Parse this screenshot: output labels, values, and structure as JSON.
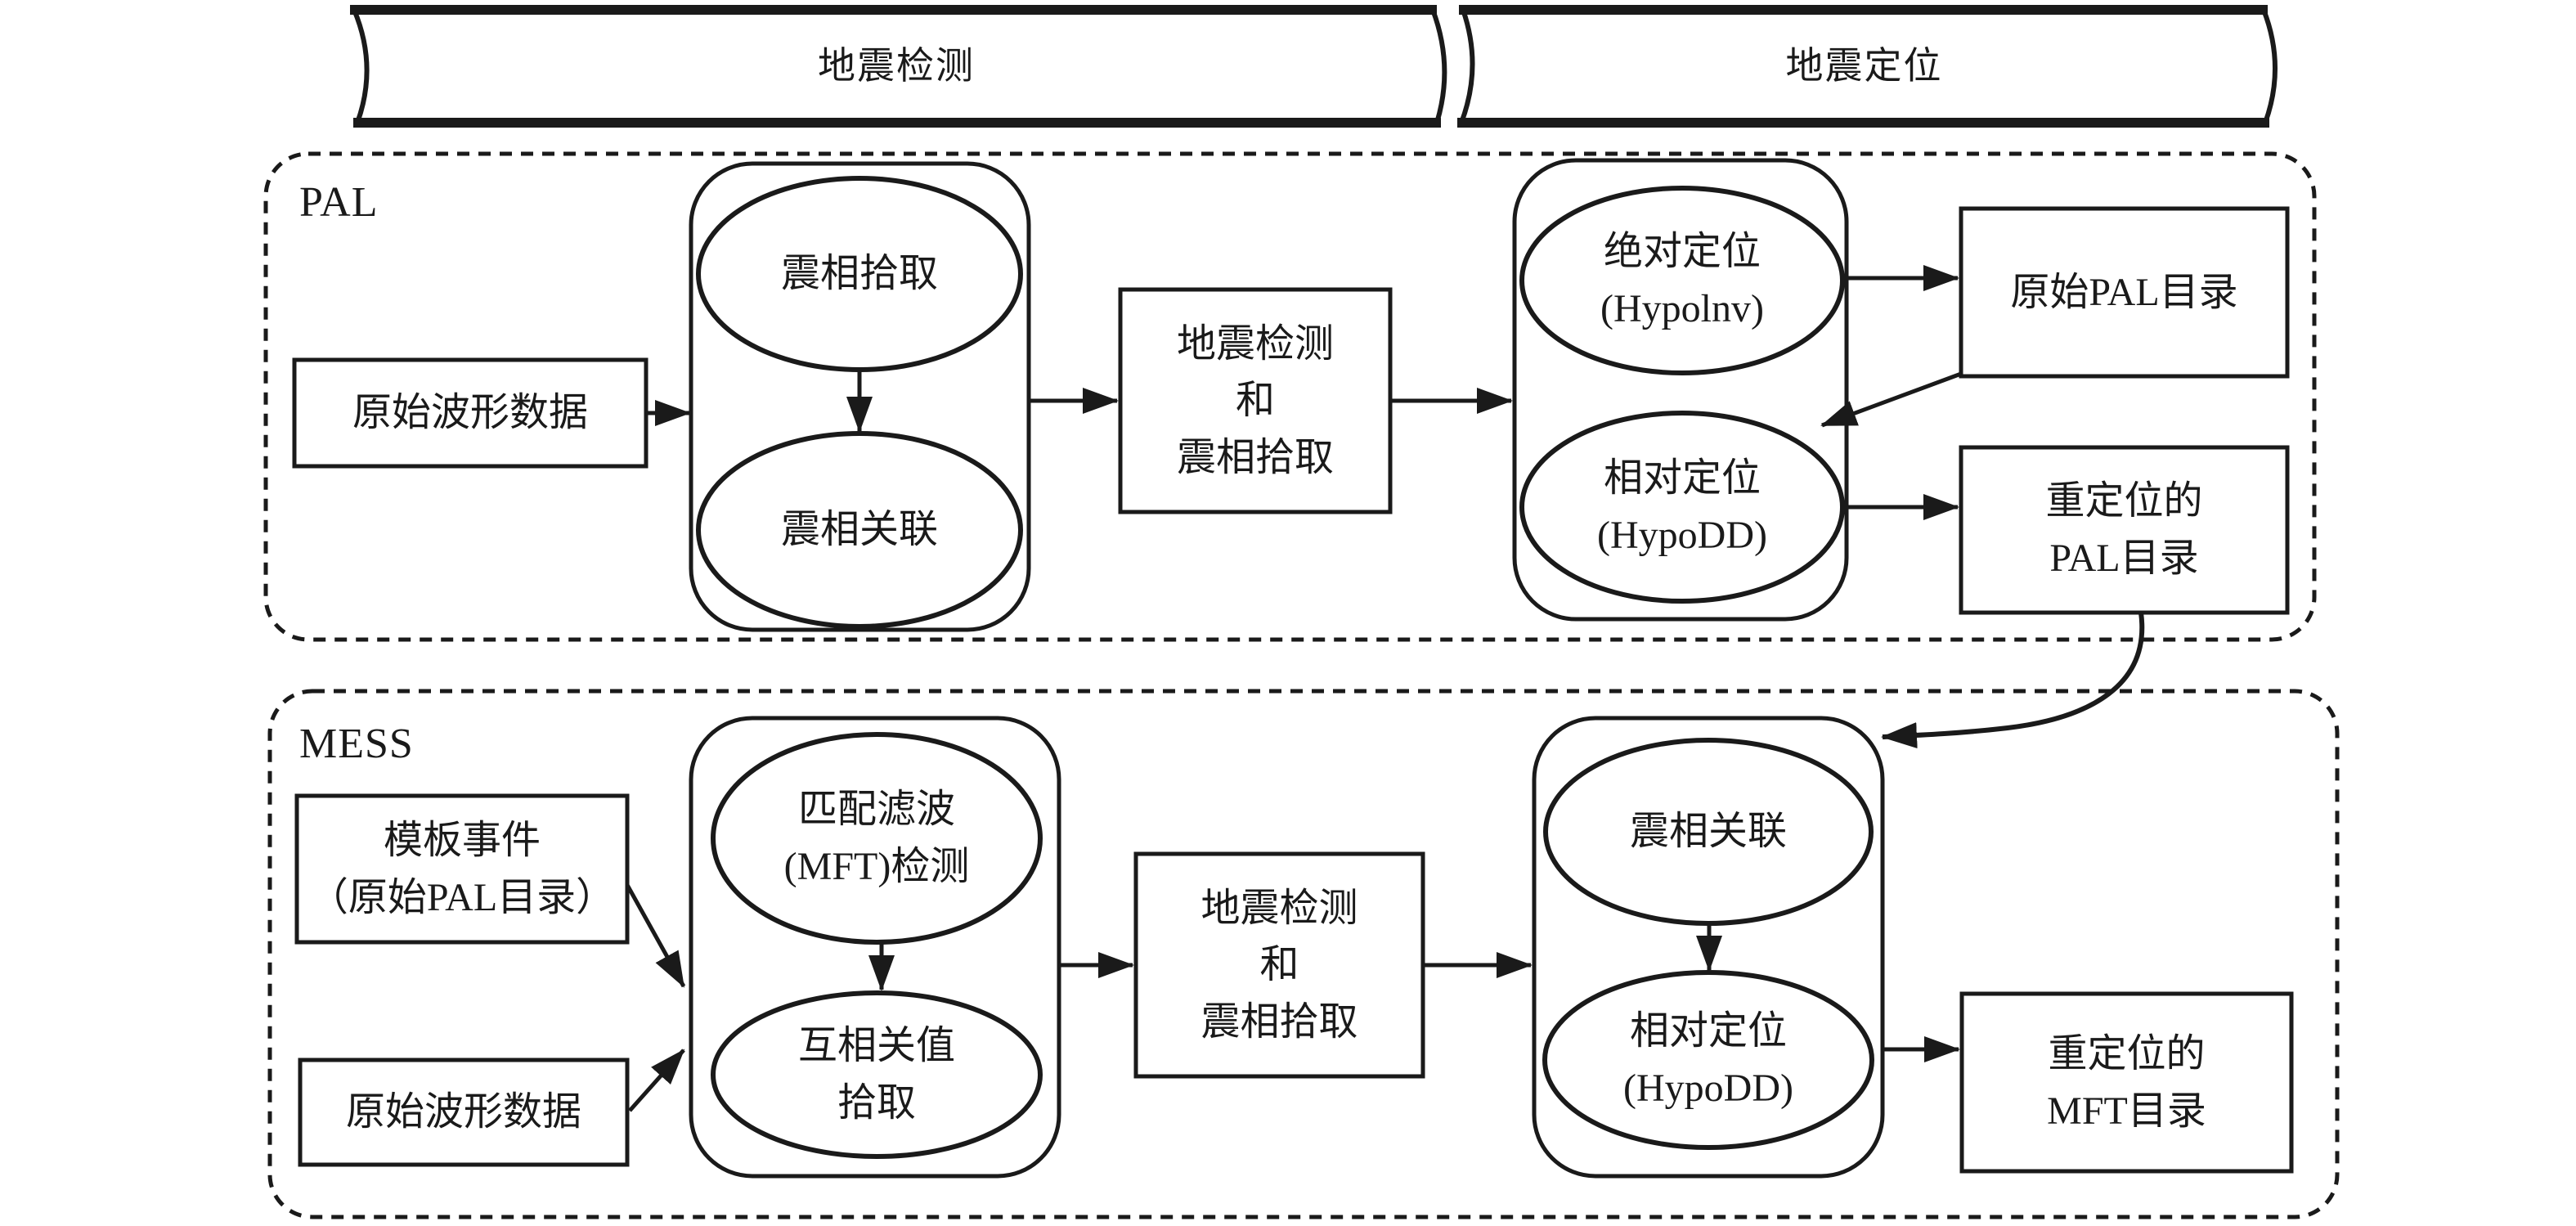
{
  "figure": {
    "type": "flowchart",
    "topic": "PAL and MESS seismic detection / location workflow"
  },
  "banner": {
    "detection": "地震检测",
    "location": "地震定位"
  },
  "pal": {
    "label": "PAL",
    "raw_waveform": "原始波形数据",
    "detector": {
      "phase_pick": "震相拾取",
      "phase_associate": "震相关联"
    },
    "middle_box": "地震检测\n和\n震相拾取",
    "locator": {
      "absolute": "绝对定位\n(Hypolnv)",
      "relative": "相对定位\n(HypoDD)"
    },
    "raw_catalog": "原始PAL目录",
    "reloc_catalog": "重定位的\nPAL目录"
  },
  "mess": {
    "label": "MESS",
    "template_events": "模板事件\n（原始PAL目录）",
    "raw_waveform": "原始波形数据",
    "detector": {
      "mft_detect": "匹配滤波\n(MFT)检测",
      "cc_pick": "互相关值\n拾取"
    },
    "middle_box": "地震检测\n和\n震相拾取",
    "locator": {
      "phase_associate": "震相关联",
      "relative": "相对定位\n(HypoDD)"
    },
    "mft_catalog": "重定位的\nMFT目录"
  },
  "colors": {
    "line": "#1a1a1a",
    "background": "#ffffff"
  }
}
